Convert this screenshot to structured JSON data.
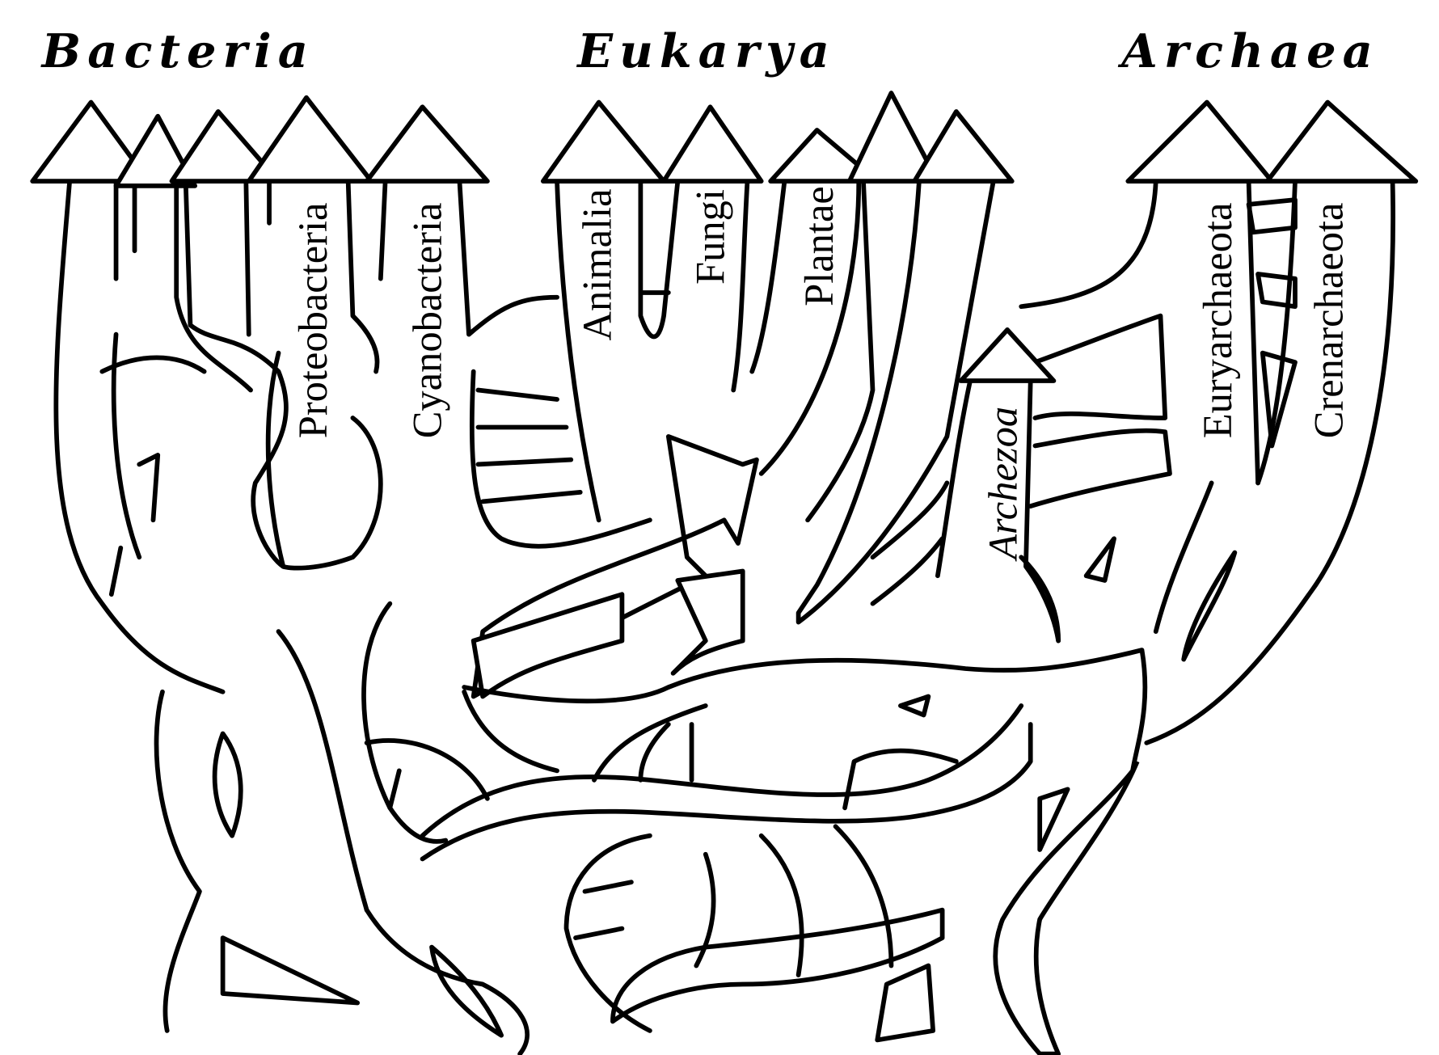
{
  "title": "Reticulated tree of life",
  "domains": {
    "bacteria": "Bacteria",
    "eukarya": "Eukarya",
    "archaea": "Archaea"
  },
  "lineages": {
    "proteobacteria": "Proteobacteria",
    "cyanobacteria": "Cyanobacteria",
    "animalia": "Animalia",
    "fungi": "Fungi",
    "plantae": "Plantae",
    "archezoa": "Archezoa",
    "euryarchaeota": "Euryarchaeota",
    "crenarchaeota": "Crenarchaeota"
  },
  "colors": {
    "ink": "#000000",
    "paper": "#ffffff"
  }
}
